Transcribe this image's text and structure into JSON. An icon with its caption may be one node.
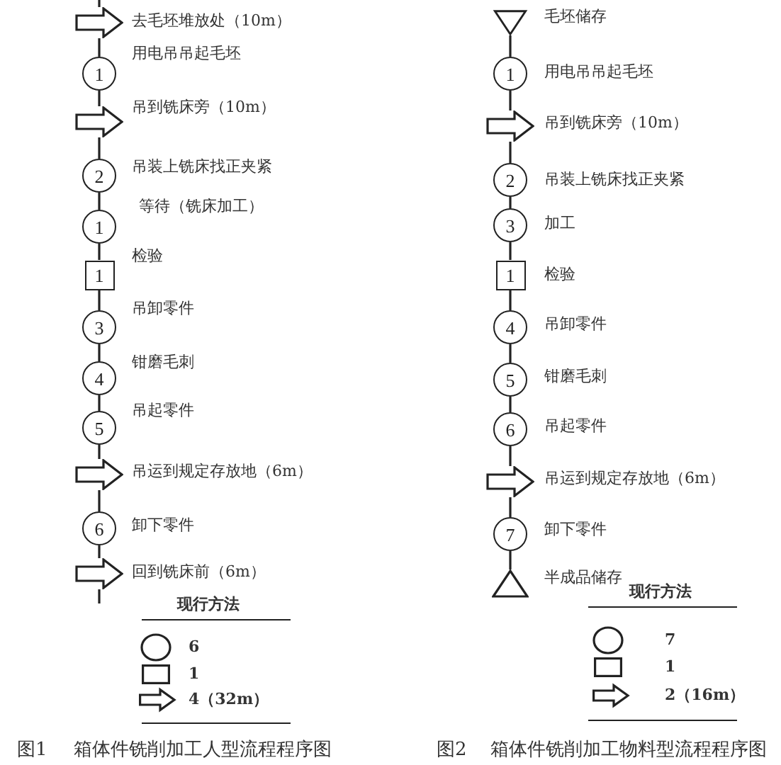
{
  "diagram": {
    "nodes": [
      {
        "text": [],
        "shape": "arrow",
        "beside": [
          "去毛坯堆放处（10m）"
        ]
      },
      {
        "text": [
          "1"
        ],
        "beside": [
          "用电吊吊起毛坯"
        ]
      },
      {
        "text": [],
        "shape": "arrow",
        "beside": [
          "吊到铣床旁（10m）"
        ]
      },
      {
        "text": [
          "2"
        ],
        "beside": [
          "吊装上铣床找正夹紧"
        ]
      },
      {
        "text": [
          "1"
        ],
        "beside": [
          "等待（铣床加工）"
        ]
      },
      {
        "text": [
          "1"
        ],
        "beside": [
          "检验"
        ]
      },
      {
        "text": [
          "3"
        ],
        "beside": [
          "吊卸零件"
        ]
      },
      {
        "text": [
          "4"
        ],
        "beside": [
          "钳磨毛刺"
        ]
      },
      {
        "text": [
          "5"
        ],
        "beside": [
          "吊起零件"
        ]
      },
      {
        "text": [],
        "shape": "arrow",
        "beside": [
          "吊运到规定存放地（6m）"
        ]
      },
      {
        "text": [
          "6"
        ],
        "beside": [
          "卸下零件"
        ]
      },
      {
        "text": [],
        "shape": "arrow",
        "beside": [
          "回到铣床前（6m）"
        ]
      },
      {
        "text": [],
        "shape": "triangle",
        "beside": [
          "毛坯储存"
        ]
      },
      {
        "text": [
          "1"
        ],
        "beside": [
          "用电吊吊起毛坯"
        ]
      },
      {
        "text": [],
        "shape": "arrow",
        "beside": [
          "吊到铣床旁（10m）"
        ]
      },
      {
        "text": [
          "2"
        ],
        "beside": [
          "吊装上铣床找正夹紧"
        ]
      },
      {
        "text": [
          "3"
        ],
        "beside": [
          "加工"
        ]
      },
      {
        "text": [
          "1"
        ],
        "beside": [
          "检验"
        ]
      },
      {
        "text": [
          "4"
        ],
        "beside": [
          "吊卸零件"
        ]
      },
      {
        "text": [
          "5"
        ],
        "beside": [
          "钳磨毛刺"
        ]
      },
      {
        "text": [
          "6"
        ],
        "beside": [
          "吊起零件"
        ]
      },
      {
        "text": [],
        "shape": "arrow",
        "beside": [
          "吊运到规定存放地（6m）"
        ]
      },
      {
        "text": [
          "7"
        ],
        "beside": [
          "卸下零件"
        ]
      },
      {
        "text": [],
        "shape": "triangle",
        "beside": [
          "半成品储存"
        ]
      }
    ],
    "edges": [
      {
        "from": null,
        "to": 0,
        "arrow": "none"
      },
      {
        "from": 0,
        "to": 1,
        "arrow": "none"
      },
      {
        "from": 1,
        "to": 2,
        "arrow": "none"
      },
      {
        "from": 2,
        "to": 3,
        "arrow": "none"
      },
      {
        "from": 3,
        "to": 4,
        "arrow": "none"
      },
      {
        "from": 4,
        "to": 5,
        "arrow": "none"
      },
      {
        "from": 5,
        "to": 6,
        "arrow": "none"
      },
      {
        "from": 6,
        "to": 7,
        "arrow": "none"
      },
      {
        "from": 7,
        "to": 8,
        "arrow": "none"
      },
      {
        "from": 8,
        "to": 9,
        "arrow": "none"
      },
      {
        "from": 9,
        "to": 10,
        "arrow": "none"
      },
      {
        "from": 10,
        "to": 11,
        "arrow": "none"
      },
      {
        "from": 11,
        "to": null,
        "arrow": "none"
      },
      {
        "from": 12,
        "to": 13,
        "arrow": "none"
      },
      {
        "from": 13,
        "to": 14,
        "arrow": "none"
      },
      {
        "from": 14,
        "to": 15,
        "arrow": "none"
      },
      {
        "from": 15,
        "to": 16,
        "arrow": "none"
      },
      {
        "from": 16,
        "to": 17,
        "arrow": "none"
      },
      {
        "from": 17,
        "to": 18,
        "arrow": "none"
      },
      {
        "from": 18,
        "to": 19,
        "arrow": "none"
      },
      {
        "from": 19,
        "to": 20,
        "arrow": "none"
      },
      {
        "from": 20,
        "to": 21,
        "arrow": "none"
      },
      {
        "from": 21,
        "to": 22,
        "arrow": "none"
      },
      {
        "from": 22,
        "to": 23,
        "arrow": "none"
      }
    ],
    "labels": [
      "现行方法",
      "6",
      "1",
      "4（32m）",
      "现行方法",
      "7",
      "1",
      "2（16m）",
      "图1",
      "箱体件铣削加工人型流程程序图",
      "图2",
      "箱体件铣削加工物料型流程程序图"
    ]
  }
}
